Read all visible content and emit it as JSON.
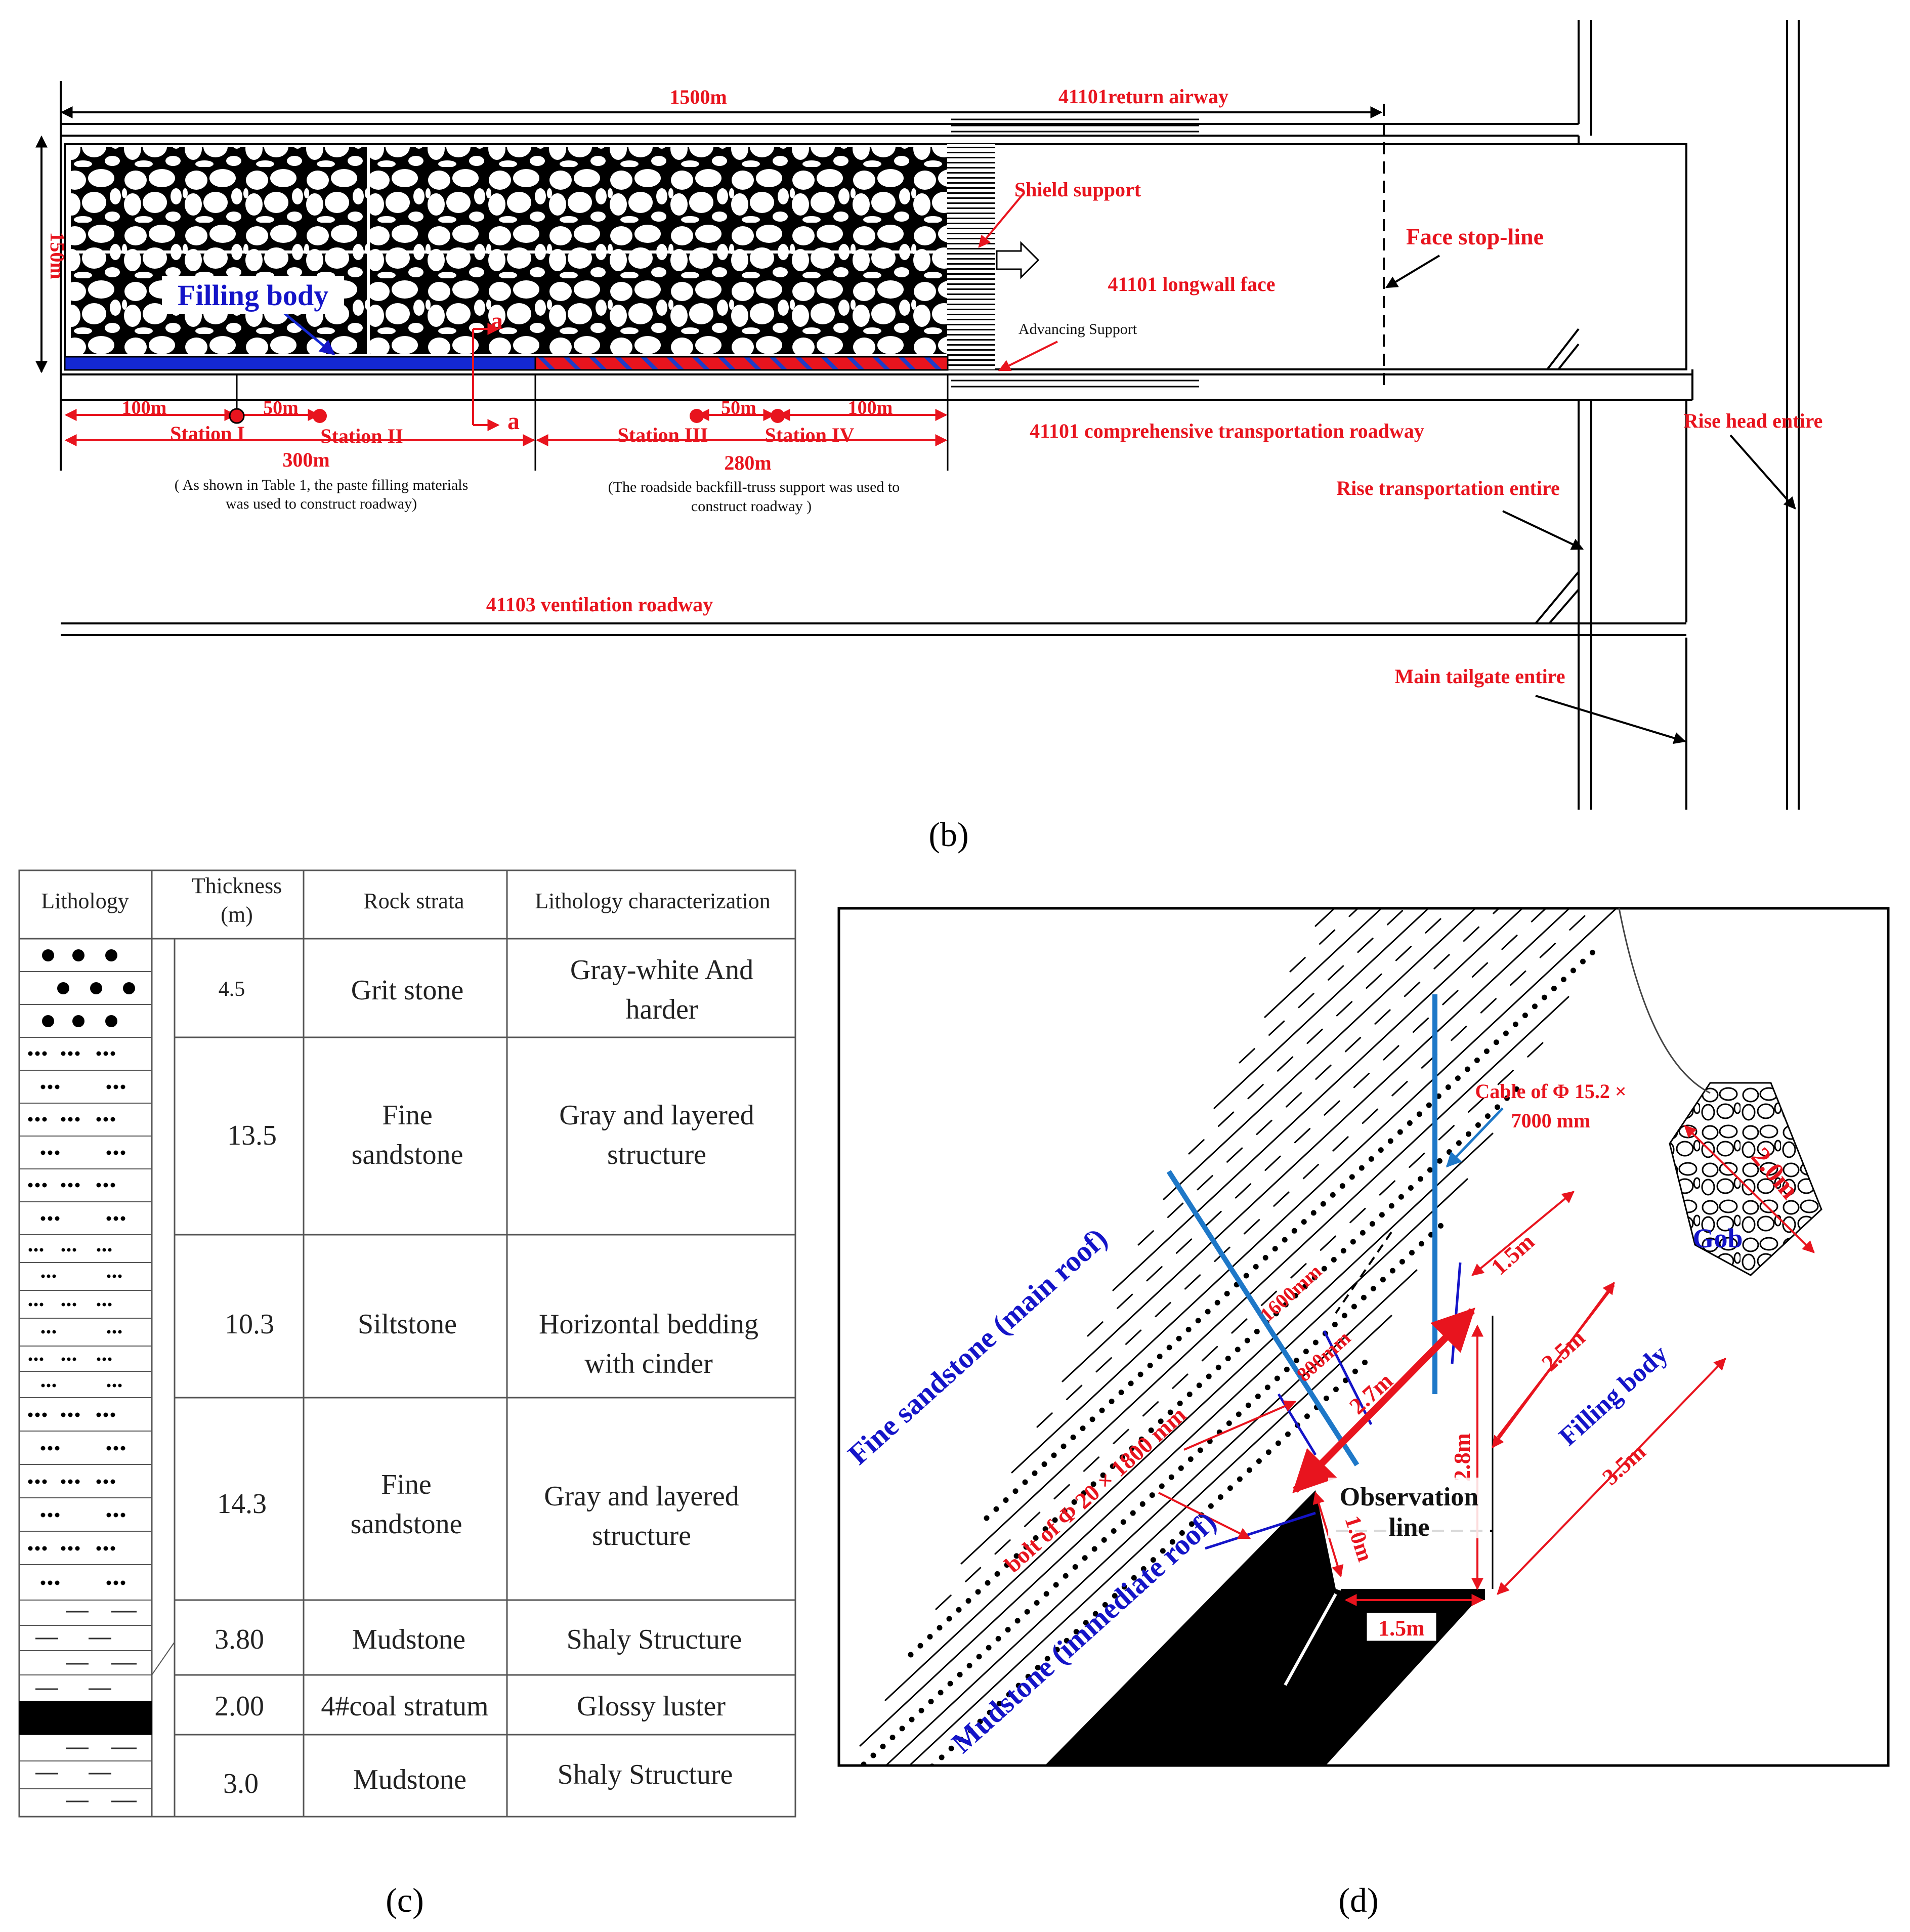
{
  "panel_b": {
    "caption": "(b)",
    "dim_length": "1500m",
    "dim_width": "150m",
    "return_airway": "41101return airway",
    "shield_support": "Shield support",
    "face_stop_line": "Face stop-line",
    "longwall_face": "41101 longwall face",
    "advancing_support": "Advancing Support",
    "filling_body": "Filling body",
    "section_mark": "a",
    "dim_100a": "100m",
    "dim_50a": "50m",
    "station_1": "Station I",
    "station_2": "Station II",
    "station_3": "Station III",
    "station_4": "Station IV",
    "dim_50b": "50m",
    "dim_100b": "100m",
    "dim_300": "300m",
    "note_300_line1": "( As shown in Table 1, the paste filling materials",
    "note_300_line2": "was used to construct  roadway)",
    "dim_280": "280m",
    "note_280_line1": "(The roadside backfill-truss support was used to",
    "note_280_line2": "construct roadway )",
    "transport_roadway": "41101 comprehensive transportation roadway",
    "rise_head": "Rise head entire",
    "rise_transport": "Rise transportation entire",
    "ventilation_roadway": "41103 ventilation roadway",
    "main_tailgate": "Main tailgate entire"
  },
  "panel_c": {
    "caption": "(c)",
    "headers": [
      "Lithology",
      "Thickness",
      "(m)",
      "Rock strata",
      "Lithology  characterization"
    ],
    "rows": [
      {
        "thickness": "4.5",
        "strata": "Grit stone",
        "char1": "Gray-white And",
        "char2": "harder"
      },
      {
        "thickness": "13.5",
        "strata1": "Fine",
        "strata2": "sandstone",
        "char1": "Gray and layered",
        "char2": "structure"
      },
      {
        "thickness": "10.3",
        "strata": "Siltstone",
        "char1": "Horizontal bedding",
        "char2": "with cinder"
      },
      {
        "thickness": "14.3",
        "strata1": "Fine",
        "strata2": "sandstone",
        "char1": "Gray and layered",
        "char2": "structure"
      },
      {
        "thickness": "3.80",
        "strata": "Mudstone",
        "char": "Shaly Structure"
      },
      {
        "thickness": "2.00",
        "strata": "4#coal stratum",
        "char": "Glossy luster"
      },
      {
        "thickness": "3.0",
        "strata": "Mudstone",
        "char": "Shaly Structure"
      }
    ]
  },
  "panel_d": {
    "caption": "(d)",
    "cable": "Cable of Φ 15.2 ×",
    "cable2": "7000 mm",
    "dim_20": "2.0m",
    "gob": "Gob",
    "fine_sandstone": "Fine sandstone (main roof)",
    "dim_1600": "1600mm",
    "dim_800": "800mm",
    "dim_15a": "1.5m",
    "dim_25": "2.5m",
    "dim_27": "2.7m",
    "filling_body": "Filling body",
    "bolt": "bolt of Φ 20 × 1800 mm",
    "dim_28": "2.8m",
    "dim_35": "3.5m",
    "observation": "Observation",
    "observation2": "line",
    "mudstone": "Mudstone (immediate roof)",
    "dim_10": "1.0m",
    "dim_15b": "1.5m"
  }
}
